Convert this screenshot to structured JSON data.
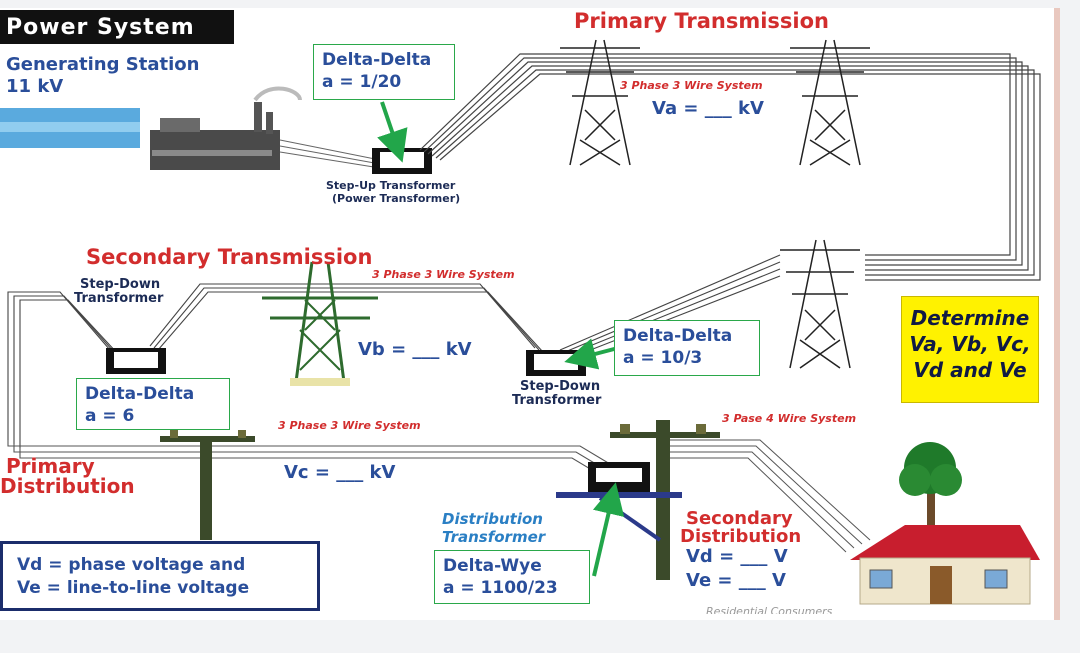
{
  "banner": "Power System",
  "generating_station": {
    "line1": "Generating Station",
    "line2": "11 kV"
  },
  "primary_transmission": {
    "title": "Primary Transmission",
    "system": "3 Phase 3 Wire System",
    "va": "Va = ___ kV"
  },
  "step_up": {
    "box_line1": "Delta-Delta",
    "box_line2": "a = 1/20",
    "caption_line1": "Step-Up Transformer",
    "caption_line2": "(Power Transformer)"
  },
  "secondary_transmission": {
    "title": "Secondary Transmission",
    "system": "3 Phase 3 Wire System",
    "vb": "Vb = ___ kV"
  },
  "step_down_left": {
    "caption_line1": "Step-Down",
    "caption_line2": "Transformer",
    "box_line1": "Delta-Delta",
    "box_line2": "a = 6"
  },
  "step_down_right": {
    "box_line1": "Delta-Delta",
    "box_line2": "a = 10/3",
    "caption_line1": "Step-Down",
    "caption_line2": "Transformer"
  },
  "question": {
    "line1": "Determine",
    "line2": "Va, Vb, Vc,",
    "line3": "Vd and Ve"
  },
  "primary_distribution": {
    "line1": "Primary",
    "line2": "Distribution",
    "system": "3 Phase 3 Wire System",
    "vc": "Vc = ___ kV"
  },
  "secondary_distribution": {
    "line1": "Secondary",
    "line2": "Distribution",
    "system": "3 Pase 4 Wire System",
    "vd": "Vd = ___ V",
    "ve": "Ve = ___ V"
  },
  "distribution_transformer": {
    "caption_line1": "Distribution",
    "caption_line2": "Transformer",
    "box_line1": "Delta-Wye",
    "box_line2": "a = 1100/23"
  },
  "definitions": {
    "line1": "Vd = phase voltage and",
    "line2": "Ve = line-to-line voltage"
  },
  "consumers": "Residential Consumers",
  "colors": {
    "accent_red": "#d22d2d",
    "label_blue": "#2a4e9a",
    "arrow_green": "#22a64a",
    "highlight_yellow": "#fff200"
  }
}
